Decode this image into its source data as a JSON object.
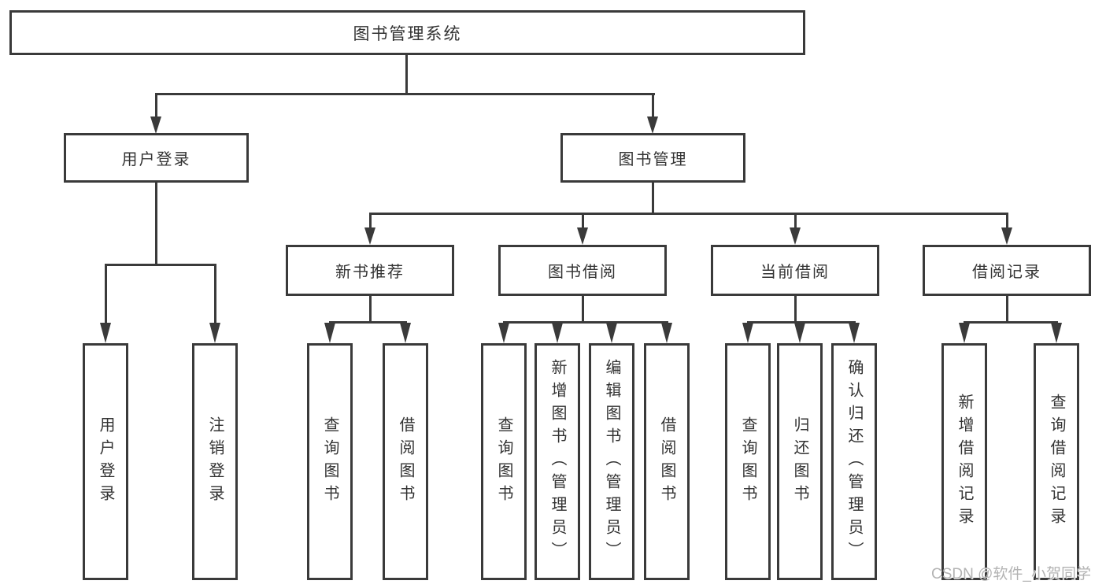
{
  "diagram": {
    "root": "图书管理系统",
    "level2": [
      "用户登录",
      "图书管理"
    ],
    "level3": [
      "新书推荐",
      "图书借阅",
      "当前借阅",
      "借阅记录"
    ],
    "leaves": {
      "user": [
        "用户登录",
        "注销登录"
      ],
      "recommend": [
        "查询图书",
        "借阅图书"
      ],
      "borrow": [
        "查询图书",
        "新增图书（管理员）",
        "编辑图书（管理员）",
        "借阅图书"
      ],
      "current": [
        "查询图书",
        "归还图书",
        "确认归还（管理员）"
      ],
      "records": [
        "新增借阅记录",
        "查询借阅记录"
      ]
    }
  },
  "watermark": "CSDN @软件_小贺同学",
  "colors": {
    "line": "#3a3a3a",
    "text": "#333333",
    "watermark_color": "#b3b3b3",
    "background": "#ffffff"
  }
}
